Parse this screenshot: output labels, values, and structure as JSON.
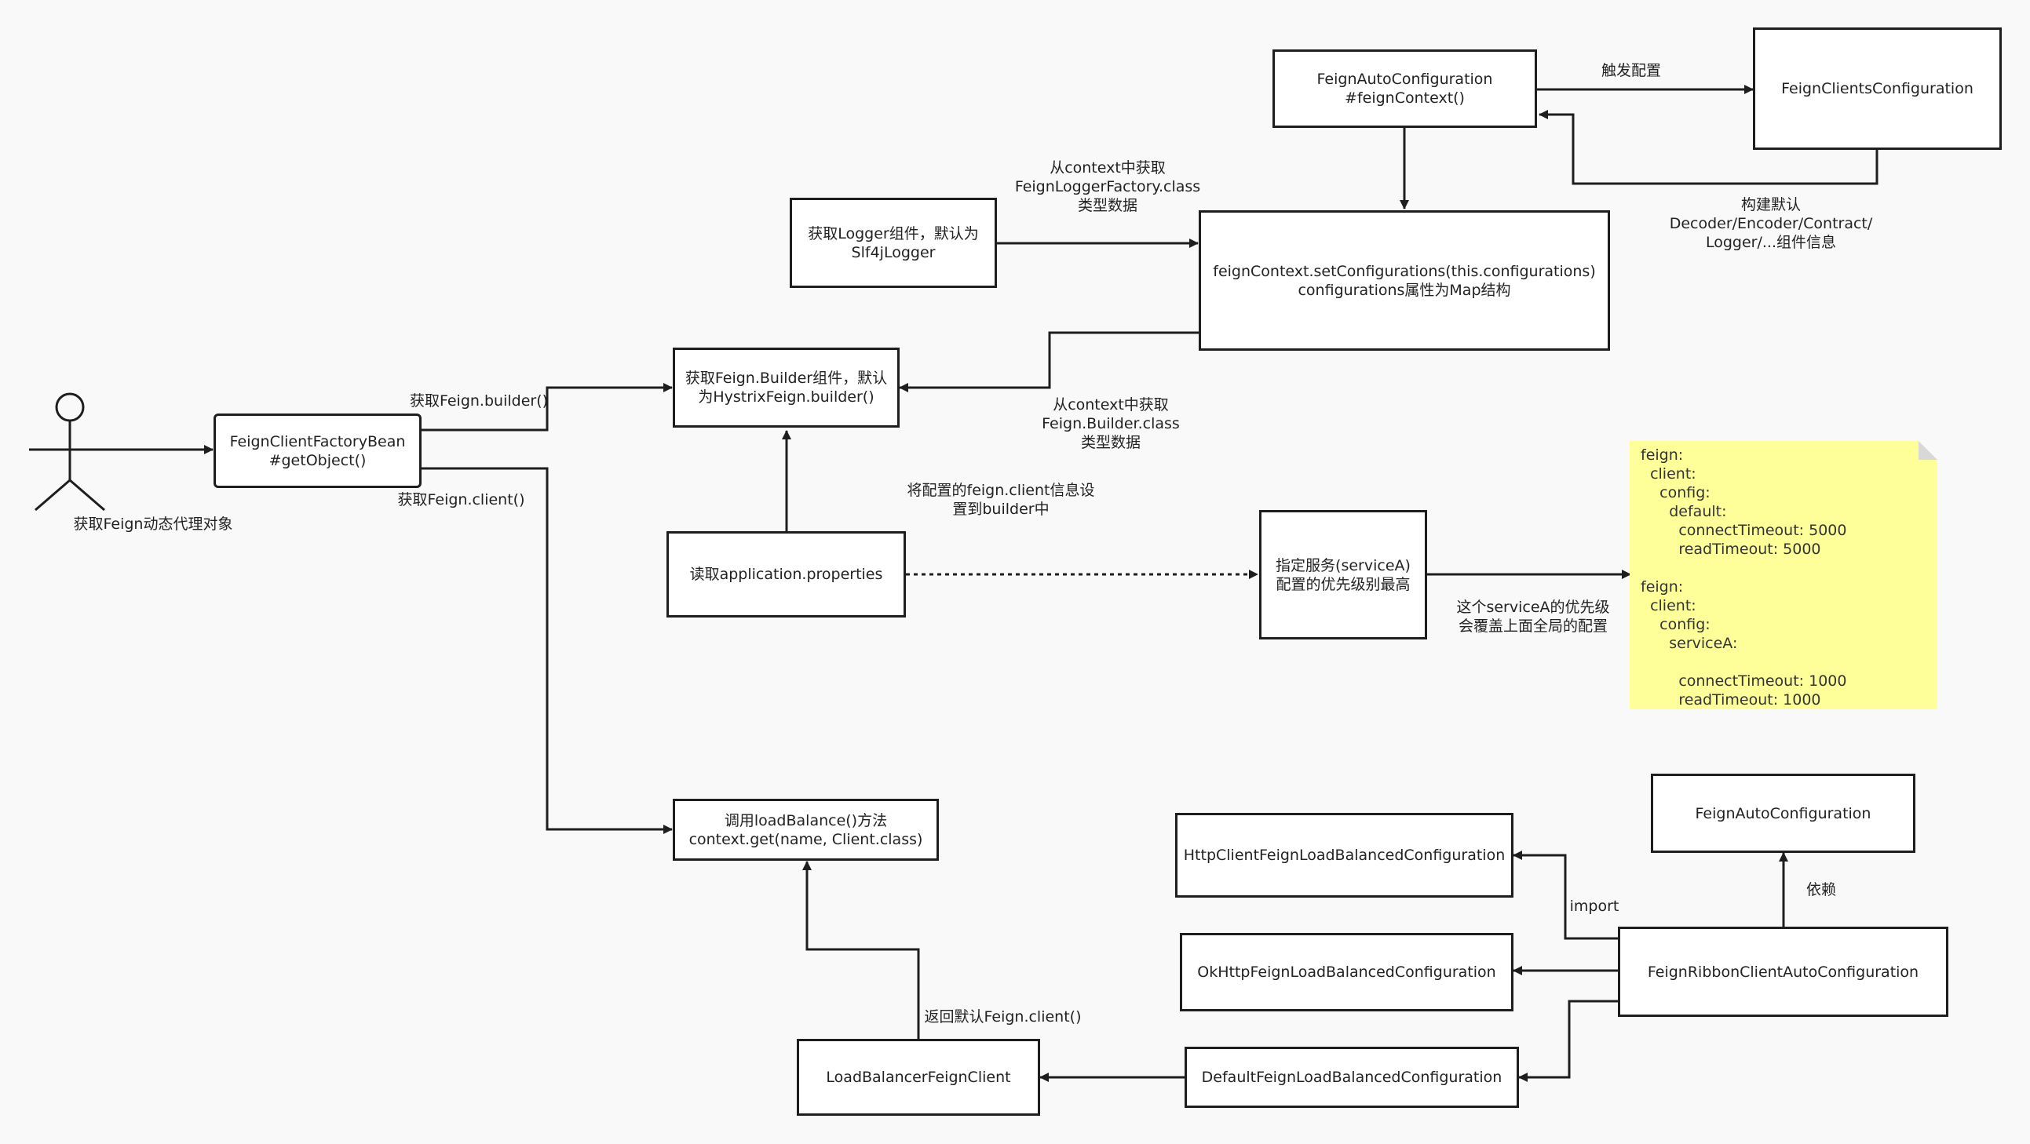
{
  "actor": {
    "label": "获取Feign动态代理对象"
  },
  "boxes": {
    "factory_bean": "FeignClientFactoryBean\n#getObject()",
    "builder": "获取Feign.Builder组件，默认\n为HystrixFeign.builder()",
    "logger": "获取Logger组件，默认为\nSlf4jLogger",
    "feign_context": "feignContext.setConfigurations(this.configurations)\nconfigurations属性为Map结构",
    "auto_config_top": "FeignAutoConfiguration\n#feignContext()",
    "clients_config": "FeignClientsConfiguration",
    "read_props": "读取application.properties",
    "service_a": "指定服务(serviceA)\n配置的优先级别最高",
    "load_balance": "调用loadBalance()方法\ncontext.get(name, Client.class)",
    "lb_client": "LoadBalancerFeignClient",
    "default_lb": "DefaultFeignLoadBalancedConfiguration",
    "okhttp_lb": "OkHttpFeignLoadBalancedConfiguration",
    "httpclient_lb": "HttpClientFeignLoadBalancedConfiguration",
    "ribbon_auto": "FeignRibbonClientAutoConfiguration",
    "auto_config_bottom": "FeignAutoConfiguration"
  },
  "edge_labels": {
    "get_builder": "获取Feign.builder()",
    "get_client": "获取Feign.client()",
    "logger_from_context": "从context中获取\nFeignLoggerFactory.class\n类型数据",
    "builder_from_context": "从context中获取\nFeign.Builder.class\n类型数据",
    "trigger_config": "触发配置",
    "build_defaults": "构建默认\nDecoder/Encoder/Contract/\nLogger/...组件信息",
    "set_to_builder": "将配置的feign.client信息设\n置到builder中",
    "override_note": "这个serviceA的优先级\n会覆盖上面全局的配置",
    "return_default": "返回默认Feign.client()",
    "import": "import",
    "depends": "依赖"
  },
  "note": {
    "lines": [
      "feign:",
      "  client:",
      "    config:",
      "      default:",
      "        connectTimeout: 5000",
      "        readTimeout: 5000",
      "",
      "feign:",
      "  client:",
      "    config:",
      "      serviceA:",
      "",
      "        connectTimeout: 1000",
      "        readTimeout: 1000"
    ]
  },
  "colors": {
    "background": "#f9f9f9",
    "line": "#1e1e1e",
    "note": "#ffff99"
  }
}
